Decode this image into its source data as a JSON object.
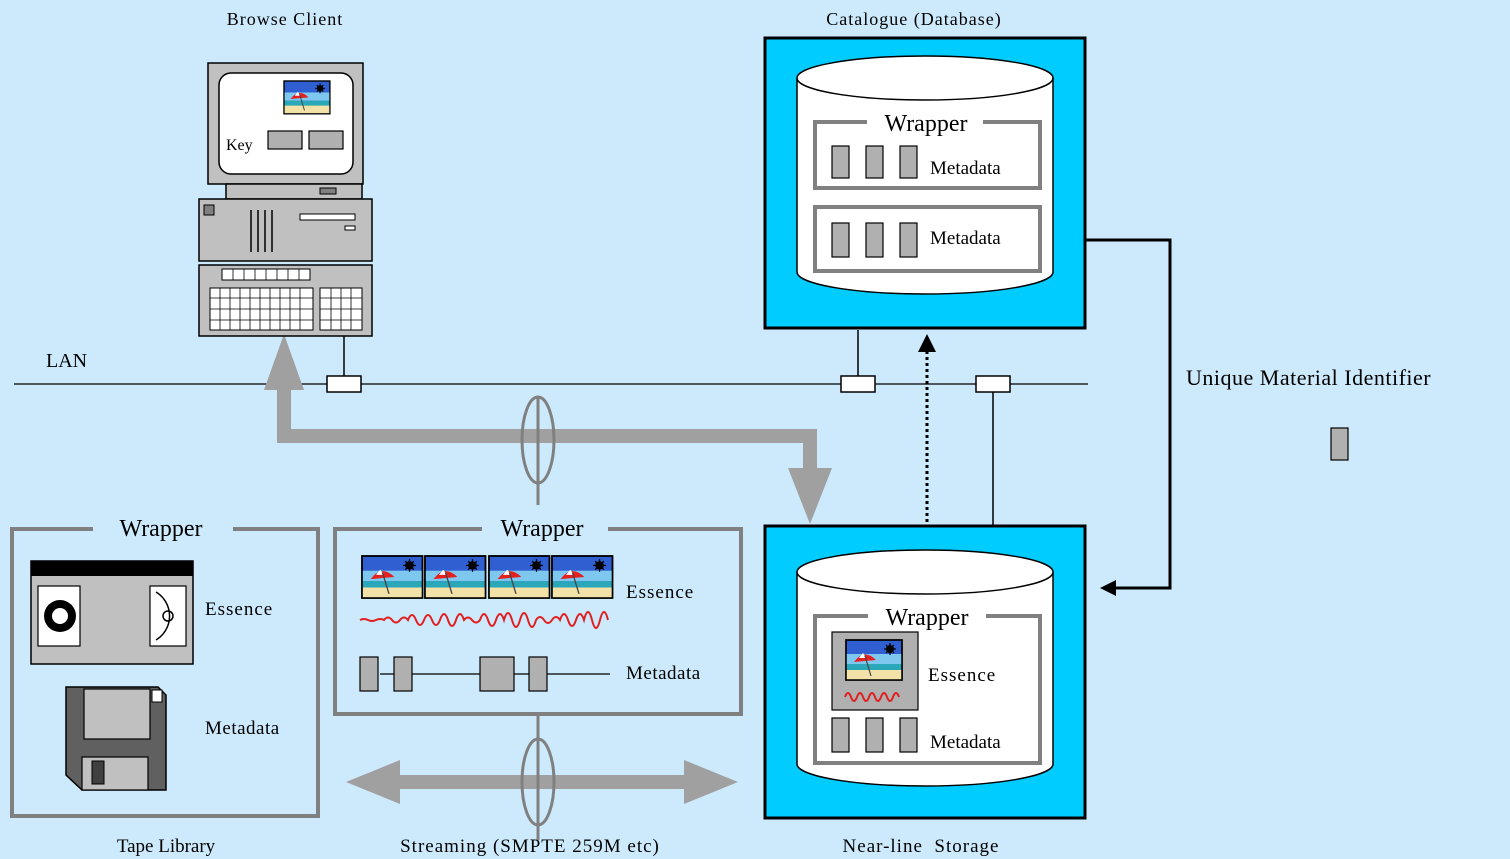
{
  "colors": {
    "background": "#cdeafc",
    "storage_box": "#00ccff",
    "wrapper_frame": "#808080",
    "item_gray": "#b0b0b0",
    "audio_wave": "#e02020"
  },
  "labels": {
    "browse_client": "Browse Client",
    "catalogue": "Catalogue (Database)",
    "lan": "LAN",
    "umid": "Unique Material Identifier",
    "tape_library": "Tape Library",
    "streaming": "Streaming (SMPTE 259M etc)",
    "nearline": "Near-line  Storage",
    "key": "Key"
  },
  "catalogue": {
    "wrapper": "Wrapper",
    "metadata_1": "Metadata",
    "metadata_2": "Metadata"
  },
  "tape": {
    "wrapper": "Wrapper",
    "essence": "Essence",
    "metadata": "Metadata"
  },
  "stream": {
    "wrapper": "Wrapper",
    "essence": "Essence",
    "metadata": "Metadata"
  },
  "nearline": {
    "wrapper": "Wrapper",
    "essence": "Essence",
    "metadata": "Metadata"
  }
}
